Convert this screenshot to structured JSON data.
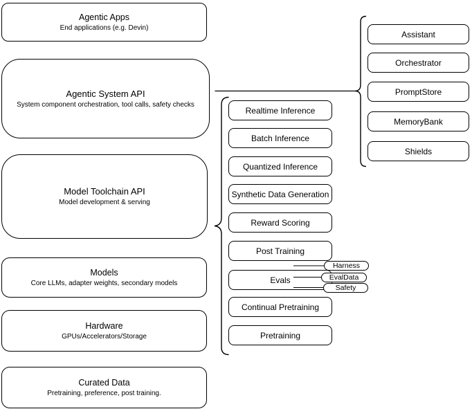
{
  "diagram": {
    "left_stack": [
      {
        "title": "Agentic Apps",
        "subtitle": "End applications (e.g. Devin)"
      },
      {
        "title": "Agentic System API",
        "subtitle": "System component orchestration, tool calls, safety checks"
      },
      {
        "title": "Model Toolchain API",
        "subtitle": "Model development & serving"
      },
      {
        "title": "Models",
        "subtitle": "Core LLMs, adapter weights, secondary models"
      },
      {
        "title": "Hardware",
        "subtitle": "GPUs/Accelerators/Storage"
      },
      {
        "title": "Curated Data",
        "subtitle": "Pretraining, preference, post training."
      }
    ],
    "toolchain_items": [
      "Realtime Inference",
      "Batch Inference",
      "Quantized Inference",
      "Synthetic Data Generation",
      "Reward Scoring",
      "Post Training",
      "Evals",
      "Continual Pretraining",
      "Pretraining"
    ],
    "eval_tags": [
      "Harness",
      "EvalData",
      "Safety"
    ],
    "system_components": [
      "Assistant",
      "Orchestrator",
      "PromptStore",
      "MemoryBank",
      "Shields"
    ],
    "colors": {
      "stroke": "#000000",
      "fill": "#ffffff",
      "text": "#000000",
      "background": "#ffffff"
    }
  }
}
